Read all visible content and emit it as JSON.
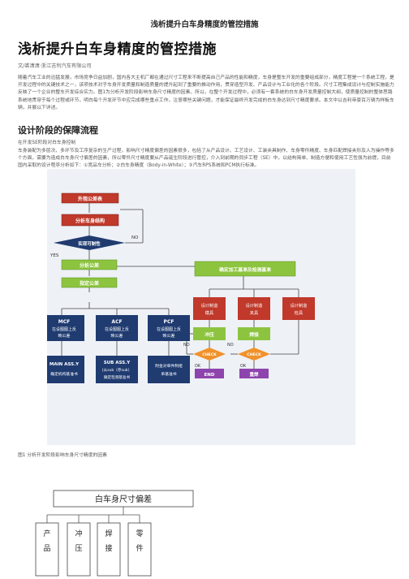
{
  "page": {
    "header_title": "浅析提升白车身精度的管控措施"
  },
  "article": {
    "title": "浅析提升白车身精度的管控措施",
    "author": "文/裘潇潇·浙江吉利汽车有限公司",
    "intro": "随着汽车工业的迅猛发展，市场竞争日益加剧，国内各大主机厂都在通过尺寸工程来不断提高自己产品的性能和精度，车身是整车开发的重要组成部分，精度工程是一个系统工程，是开发过程中的关键技术之一，该项技术对于车身开发质量和制造质量的提升起到了重要的推动作用，贯穿造型开发、产品设计与工业化的各个阶段。尺寸工程集成设计与控制实施能力反映了一个企业的整车开发综合实力。图1为分析开发阶段影响车身尺寸精度的因素。所以，在整个开发过程中，必须有一套系统的白车身开发质量控制大纲，使质量控制的整体思路系统地贯穿于每个过程或环节，明白每个开发环节中应完成哪些重点工作，注意哪些关键问题，才能保证最终开发完成的白车身达到尺寸精度要求。本文中以吉利帝豪百万辆为样板车辆，并展以下详述。",
    "section_title": "设计阶段的保障流程",
    "section_sub": "在开发SE阶段对白车身控制",
    "section_para": "车身装配为多层次、多环节及工序复杂的生产过程，影响尺寸精度偏差的因素很多，包括了从产品设计、工艺设计、工装夹具制作、车身零件精度、车身匹配焊接夹形及人为操作等多个方面，需要为造成白车身尺寸偏差的因素，所以零件尺寸精度要从产品诞生阶段进行管控，介入到前期的同步工程（SE）中，以结构简单、制造方便和使用工艺性强为前提，目前国内采取的设计程序分析如下：①竞品车分析；②白车身精度（Body-in-White）；③汽车RPS系统和PCM执行标准。",
    "figure_caption": "图1 分析开发阶段影响车身尺寸精度的因素"
  },
  "flowchart": {
    "n1": "外观公差表",
    "n2": "分析车身结构",
    "n3": "实现可制性",
    "no1": "NO",
    "yes": "YES",
    "n4": "分析公差",
    "n5": "指定公差",
    "mcf_1": "MCF",
    "mcf_2": "在设图图上反",
    "mcf_3": "映公差",
    "acf_1": "ACF",
    "acf_2": "在设图图上反",
    "acf_3": "映公差",
    "pcf_1": "PCF",
    "pcf_2": "在设图图上反",
    "pcf_3": "映公差",
    "main_1": "MAIN ASS.Y",
    "main_2": "确定机构基准书",
    "sub_1": "SUB ASS.Y",
    "sub_2": "(从sub（存sub）",
    "sub_3": "确定检测基准书",
    "part_1": "附金对单件制组",
    "part_2": "单基准书",
    "rt": "确定加工基准及检测基准",
    "d1_1": "设计制造",
    "d1_2": "模具",
    "d2_1": "设计制造",
    "d2_2": "夹具",
    "d3_1": "设计制造",
    "d3_2": "检具",
    "stamp": "冲压",
    "weld": "焊接",
    "check1": "CHECK",
    "check2": "CHECK",
    "ok1": "OK",
    "no2": "NO",
    "ok2": "OK",
    "no3": "NO",
    "end": "END",
    "reweld": "重焊"
  },
  "tree": {
    "root": "白车身尺寸偏差",
    "leaves": [
      "产品",
      "冲压",
      "焊接",
      "零件"
    ]
  },
  "colors": {
    "red_box": "#c0392b",
    "navy_box": "#1f3b70",
    "green_box": "#8dc43f",
    "orange_box": "#f0922b",
    "gray_box": "#d9d9d9",
    "green_check": "#7cc244"
  }
}
